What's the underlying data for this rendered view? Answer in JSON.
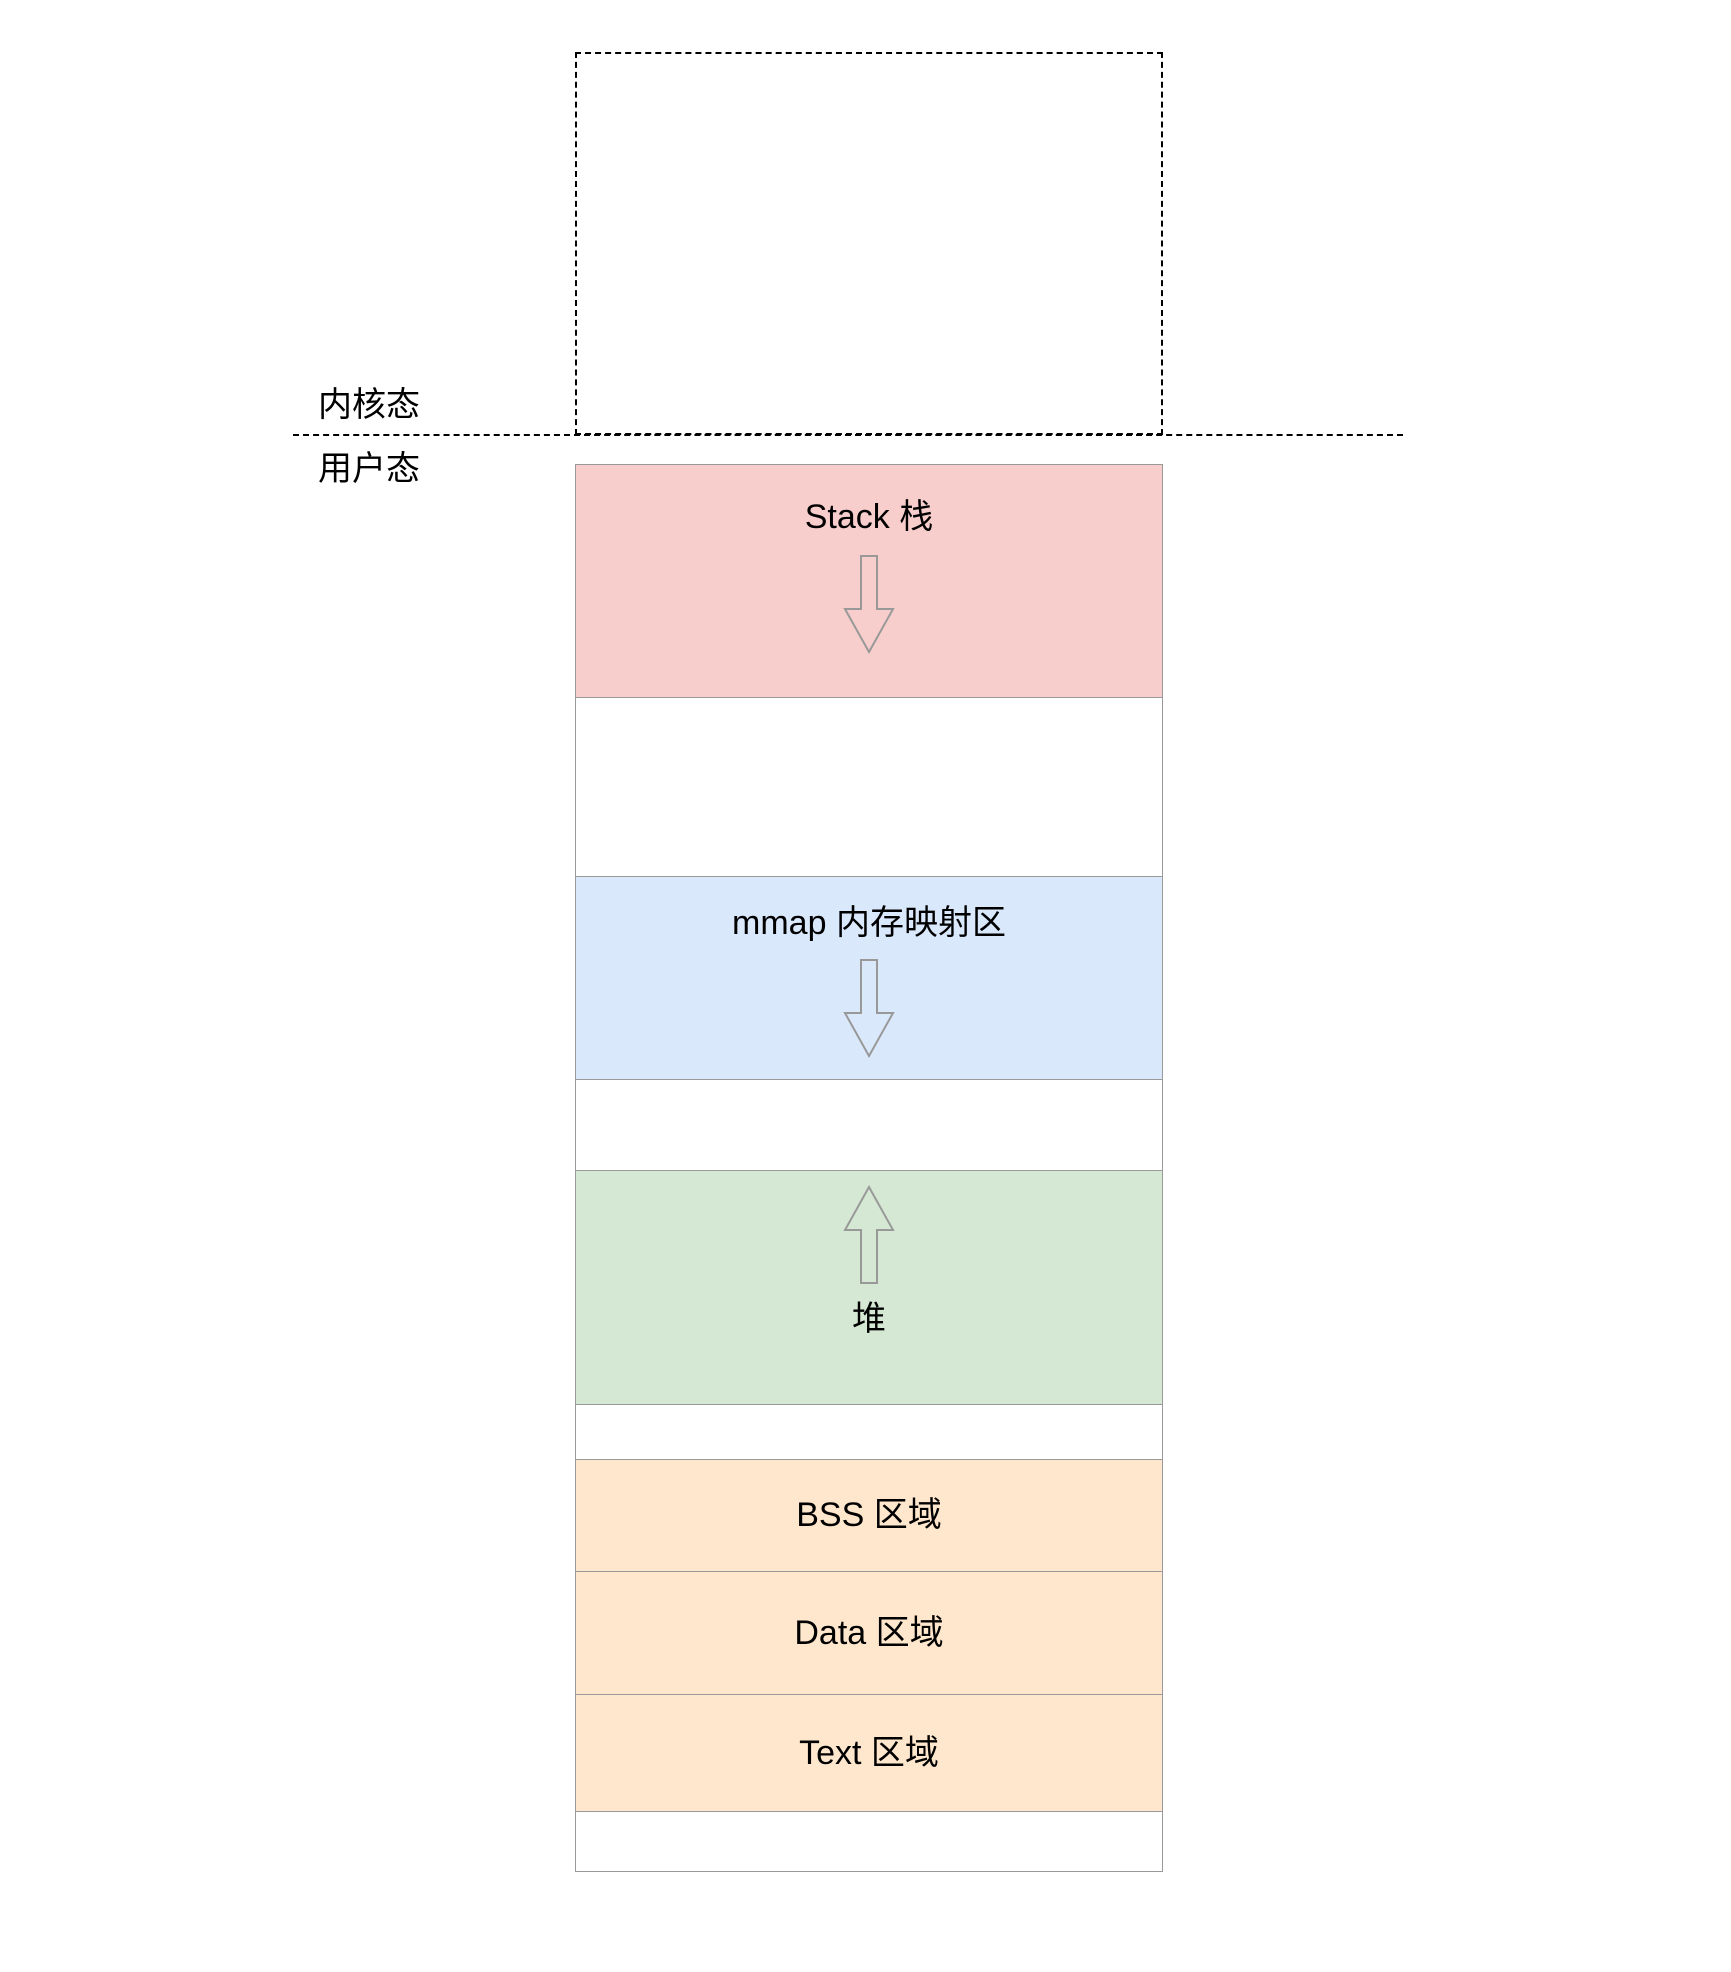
{
  "diagram": {
    "title": "process-virtual-memory-layout",
    "kernel_label": "内核态",
    "user_label": "用户态",
    "colors": {
      "region_border": "#999999",
      "dashed_line": "#000000",
      "arrow_outline": "#999999",
      "stack_fill": "#f8cecc",
      "mmap_fill": "#dae8fc",
      "heap_fill": "#d5e8d4",
      "segment_fill": "#ffe7cd",
      "background": "#ffffff"
    },
    "regions": {
      "stack": {
        "label": "Stack 栈",
        "fill": "#f8cecc",
        "arrow": "down"
      },
      "gap1": {
        "label": "",
        "fill": "#ffffff"
      },
      "mmap": {
        "label": "mmap 内存映射区",
        "fill": "#dae8fc",
        "arrow": "down"
      },
      "gap2": {
        "label": "",
        "fill": "#ffffff"
      },
      "heap": {
        "label": "堆",
        "fill": "#d5e8d4",
        "arrow": "up"
      },
      "gap3": {
        "label": "",
        "fill": "#ffffff"
      },
      "bss": {
        "label": "BSS 区域",
        "fill": "#ffe7cd"
      },
      "data": {
        "label": "Data 区域",
        "fill": "#ffe7cd"
      },
      "text": {
        "label": "Text 区域",
        "fill": "#ffe7cd"
      },
      "bottom": {
        "label": "",
        "fill": "#ffffff"
      }
    }
  }
}
